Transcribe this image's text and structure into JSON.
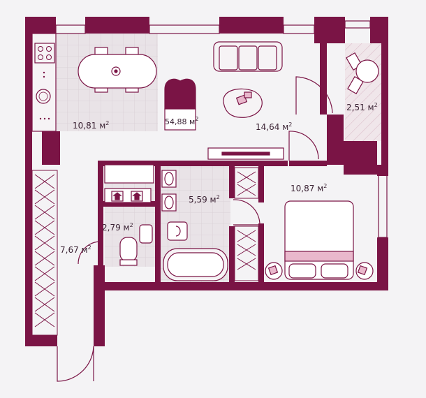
{
  "plan": {
    "colors": {
      "wall": "#7a1445",
      "floor": "#f4f3f5",
      "tile": "#e6dfe4",
      "fixture_stroke": "#7a1445",
      "fixture_fill": "#ece7ea",
      "accent_fill": "#e9b8cc"
    },
    "total_area": {
      "value": "54,88",
      "unit": "м",
      "power": "2"
    },
    "rooms": [
      {
        "id": "kitchen",
        "value": "10,81",
        "unit": "м",
        "power": "2"
      },
      {
        "id": "living",
        "value": "14,64",
        "unit": "м",
        "power": "2"
      },
      {
        "id": "balcony",
        "value": "2,51",
        "unit": "м",
        "power": "2"
      },
      {
        "id": "bedroom",
        "value": "10,87",
        "unit": "м",
        "power": "2"
      },
      {
        "id": "bathroom",
        "value": "5,59",
        "unit": "м",
        "power": "2"
      },
      {
        "id": "wc",
        "value": "2,79",
        "unit": "м",
        "power": "2"
      },
      {
        "id": "hall",
        "value": "7,67",
        "unit": "м",
        "power": "2"
      }
    ]
  }
}
